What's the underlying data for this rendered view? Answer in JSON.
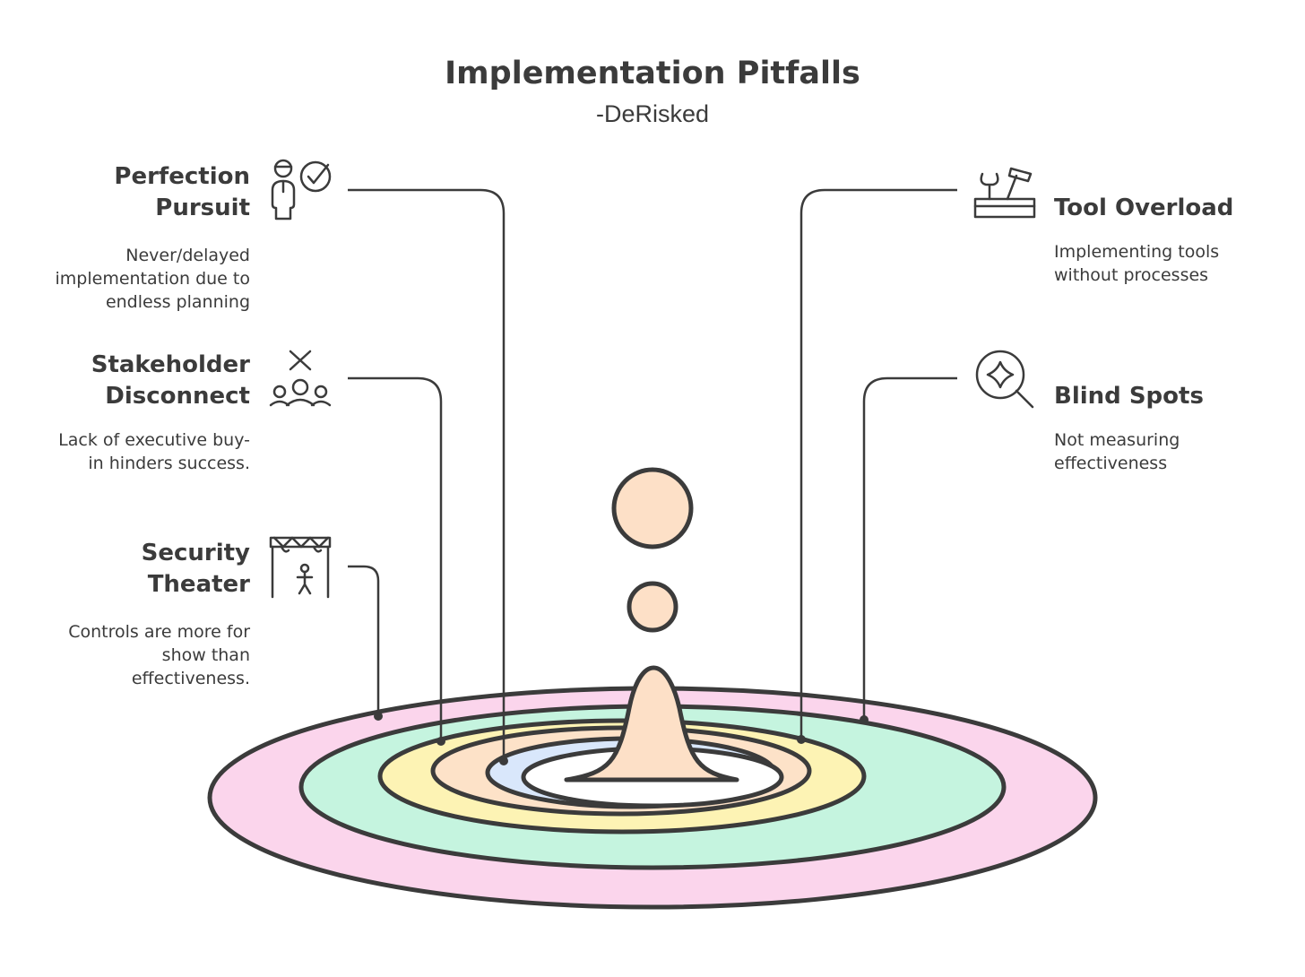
{
  "title": "Implementation Pitfalls",
  "subtitle": "-DeRisked",
  "pitfalls": {
    "perfection": {
      "title": "Perfection Pursuit",
      "line1": "Perfection",
      "line2": "Pursuit",
      "desc1": "Never/delayed",
      "desc2": "implementation due to",
      "desc3": "endless planning",
      "icon": "perfectionist-icon"
    },
    "stakeholder": {
      "title": "Stakeholder Disconnect",
      "line1": "Stakeholder",
      "line2": "Disconnect",
      "desc1": "Lack of executive buy-",
      "desc2": "in hinders success.",
      "icon": "disconnected-people-icon"
    },
    "theater": {
      "title": "Security Theater",
      "line1": "Security",
      "line2": "Theater",
      "desc1": "Controls are more for",
      "desc2": "show than",
      "desc3": "effectiveness.",
      "icon": "theater-stage-icon"
    },
    "tools": {
      "title": "Tool Overload",
      "line1": "Tool Overload",
      "desc1": "Implementing tools",
      "desc2": "without processes",
      "icon": "toolbox-icon"
    },
    "blind": {
      "title": "Blind Spots",
      "line1": "Blind Spots",
      "desc1": "Not measuring",
      "desc2": "effectiveness",
      "icon": "magnifier-sparkle-icon"
    }
  },
  "colors": {
    "ink": "#3b3b3b",
    "ring_outer": "#fbd5ec",
    "ring_green": "#c5f4df",
    "ring_yellow": "#fdf3b4",
    "ring_peach": "#fde2c8",
    "ring_blue": "#d9e7fb",
    "droplet": "#fde0c7"
  }
}
